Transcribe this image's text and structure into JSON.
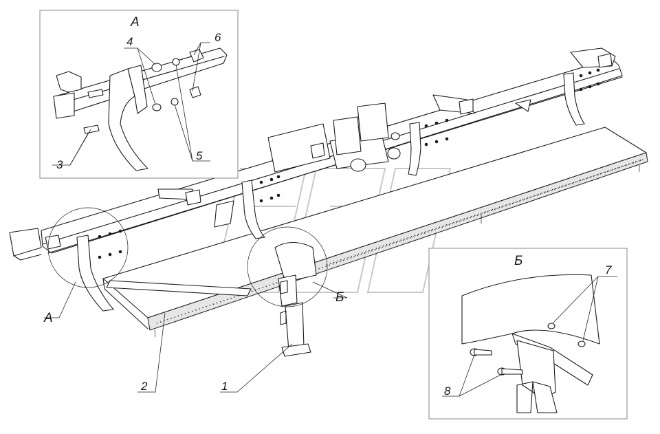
{
  "views": {
    "detail_a_title": "А",
    "detail_b_title": "Б",
    "callout_a": "А",
    "callout_b": "Б"
  },
  "parts": {
    "p1": "1",
    "p2": "2",
    "p3": "3",
    "p4": "4",
    "p5": "5",
    "p6": "6",
    "p7": "7",
    "p8": "8"
  }
}
